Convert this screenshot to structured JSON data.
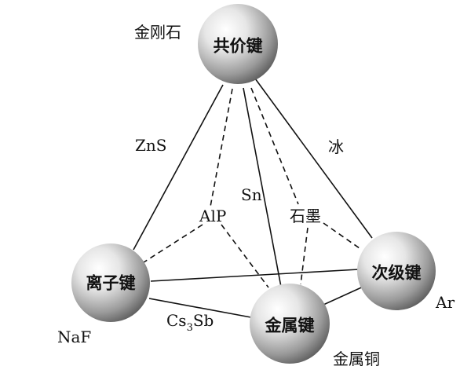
{
  "nodes": {
    "covalent": "共价键",
    "ionic": "离子键",
    "metallic": "金属键",
    "vdw": "次级键"
  },
  "examples": {
    "diamond": "金刚石",
    "nacl_like": "NaF",
    "copper": "金属铜",
    "argon": "Ar",
    "zns": "ZnS",
    "ice": "冰",
    "sn": "Sn",
    "alp": "AlP",
    "graphite": "石墨",
    "cs3sb_base": "Cs",
    "cs3sb_sub": "3",
    "cs3sb_tail": "Sb"
  }
}
